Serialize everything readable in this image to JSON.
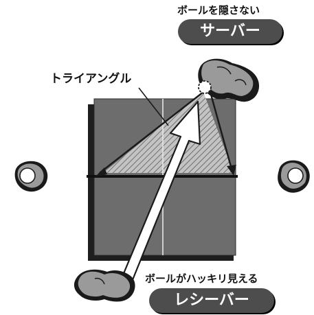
{
  "server": {
    "caption": "ボールを隠さない",
    "role": "サーバー"
  },
  "receiver": {
    "caption": "ボールがハッキリ見える",
    "role": "レシーバー"
  },
  "triangle_label": "トライアングル",
  "colors": {
    "table": "#6d6d6d",
    "table_shadow": "#1e1e1e",
    "triangle_fill": "#bdbdbd",
    "pill": "#4d4d4d",
    "arrow_fill": "#ffffff"
  }
}
